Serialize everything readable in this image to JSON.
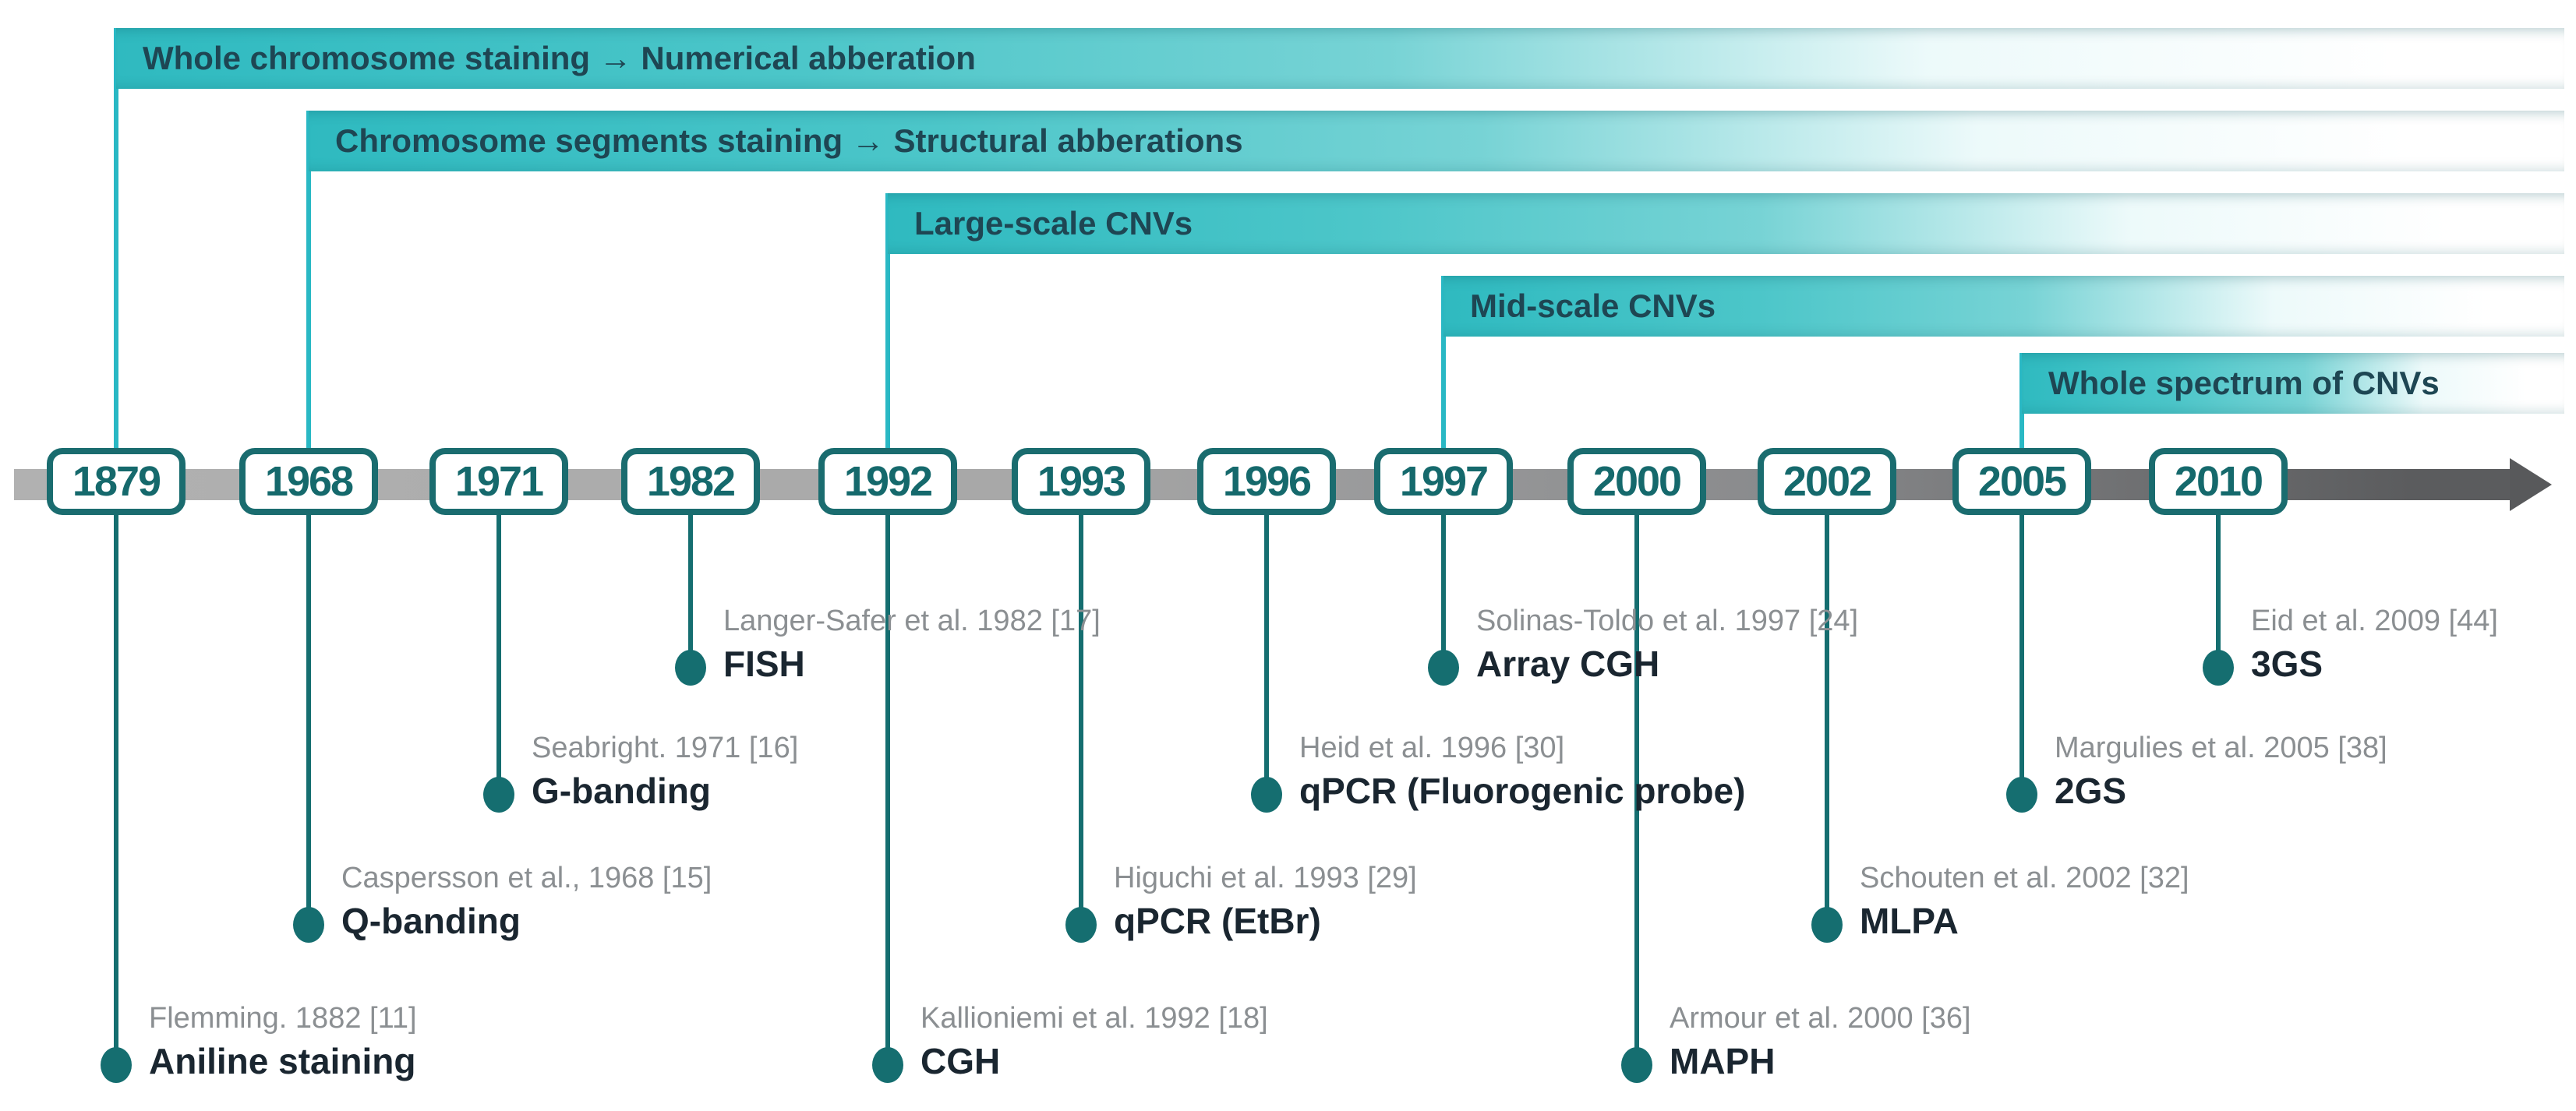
{
  "banners": [
    {
      "label": "Whole chromosome staining → Numerical abberation",
      "start_year": "1879"
    },
    {
      "label": "Chromosome segments staining → Structural abberations",
      "start_year": "1968"
    },
    {
      "label": "Large-scale CNVs",
      "start_year": "1992"
    },
    {
      "label": "Mid-scale CNVs",
      "start_year": "1997"
    },
    {
      "label": "Whole spectrum of CNVs",
      "start_year": "2005"
    }
  ],
  "milestones": [
    {
      "year": "1879",
      "citation": "Flemming. 1882 [11]",
      "method": "Aniline staining"
    },
    {
      "year": "1968",
      "citation": "Caspersson et al., 1968 [15]",
      "method": "Q-banding"
    },
    {
      "year": "1971",
      "citation": "Seabright. 1971 [16]",
      "method": "G-banding"
    },
    {
      "year": "1982",
      "citation": "Langer-Safer et al. 1982 [17]",
      "method": "FISH"
    },
    {
      "year": "1992",
      "citation": "Kallioniemi et al. 1992 [18]",
      "method": "CGH"
    },
    {
      "year": "1993",
      "citation": "Higuchi et al. 1993 [29]",
      "method": "qPCR (EtBr)"
    },
    {
      "year": "1996",
      "citation": "Heid et al. 1996 [30]",
      "method": "qPCR (Fluorogenic probe)"
    },
    {
      "year": "1997",
      "citation": "Solinas-Toldo et al. 1997 [24]",
      "method": "Array CGH"
    },
    {
      "year": "2000",
      "citation": "Armour et al. 2000 [36]",
      "method": "MAPH"
    },
    {
      "year": "2002",
      "citation": "Schouten et al. 2002 [32]",
      "method": "MLPA"
    },
    {
      "year": "2005",
      "citation": "Margulies et al. 2005 [38]",
      "method": "2GS"
    },
    {
      "year": "2010",
      "citation": "Eid et al. 2009 [44]",
      "method": "3GS"
    }
  ],
  "colors": {
    "banner_teal": "#3bbfc3",
    "connector_cyan": "#29b8c4",
    "dark_teal": "#156e70",
    "banner_text": "#1e4653",
    "method_text": "#1a2630",
    "citation_text": "#8b8f92",
    "bar_gray_light": "#b1b1b1",
    "bar_gray_dark": "#595a5c"
  }
}
